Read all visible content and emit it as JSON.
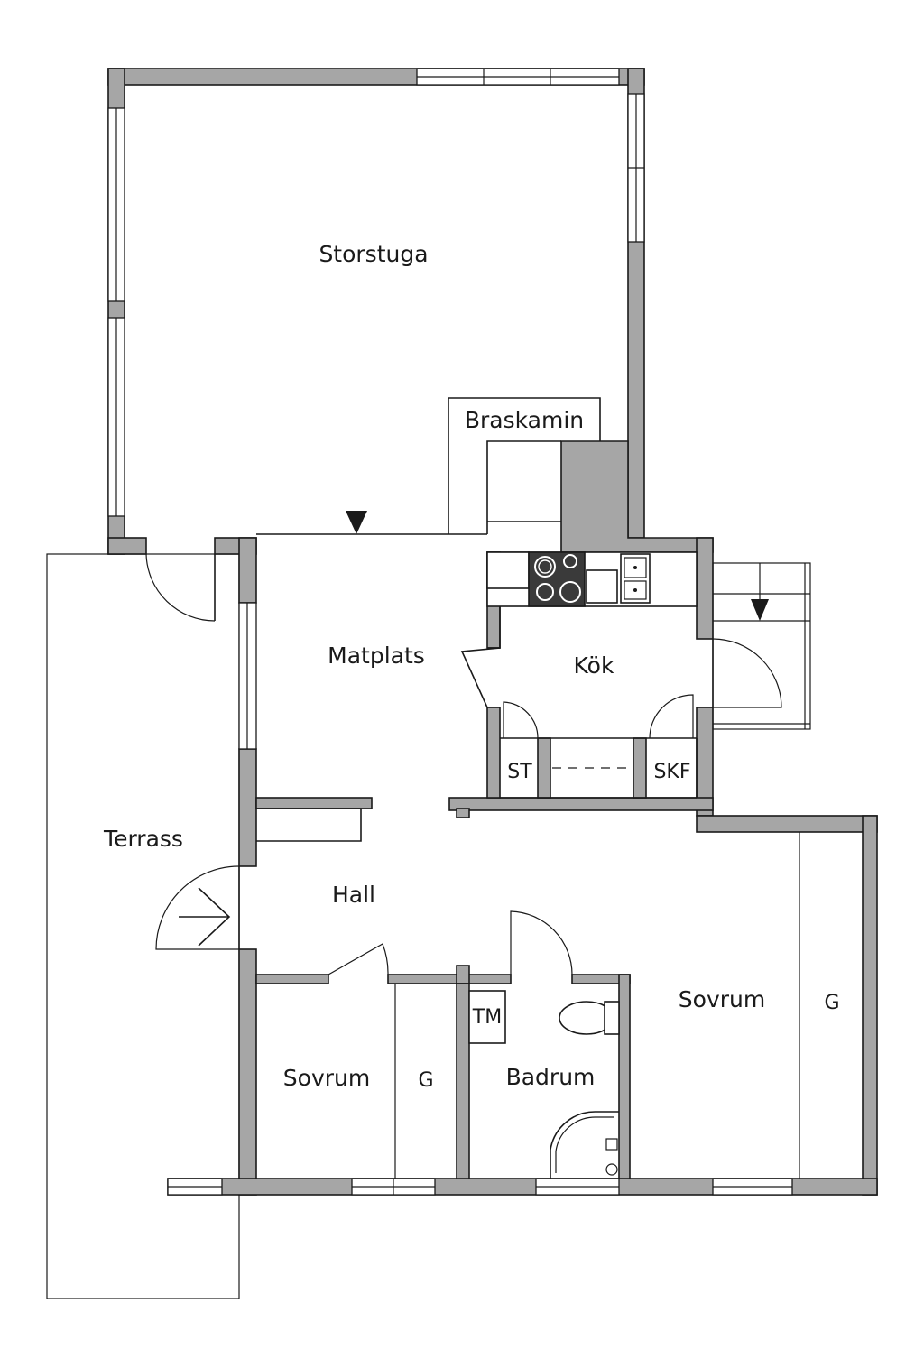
{
  "rooms": {
    "storstuga": "Storstuga",
    "braskamin": "Braskamin",
    "matplats": "Matplats",
    "kok": "Kök",
    "st": "ST",
    "skf": "SKF",
    "terrass": "Terrass",
    "hall": "Hall",
    "sovrum_small": "Sovrum",
    "g_small": "G",
    "tm": "TM",
    "badrum": "Badrum",
    "sovrum_large": "Sovrum",
    "g_large": "G"
  },
  "colors": {
    "wall": "#a6a6a6",
    "stroke": "#1a1a1a",
    "stove": "#3a3a3a"
  }
}
